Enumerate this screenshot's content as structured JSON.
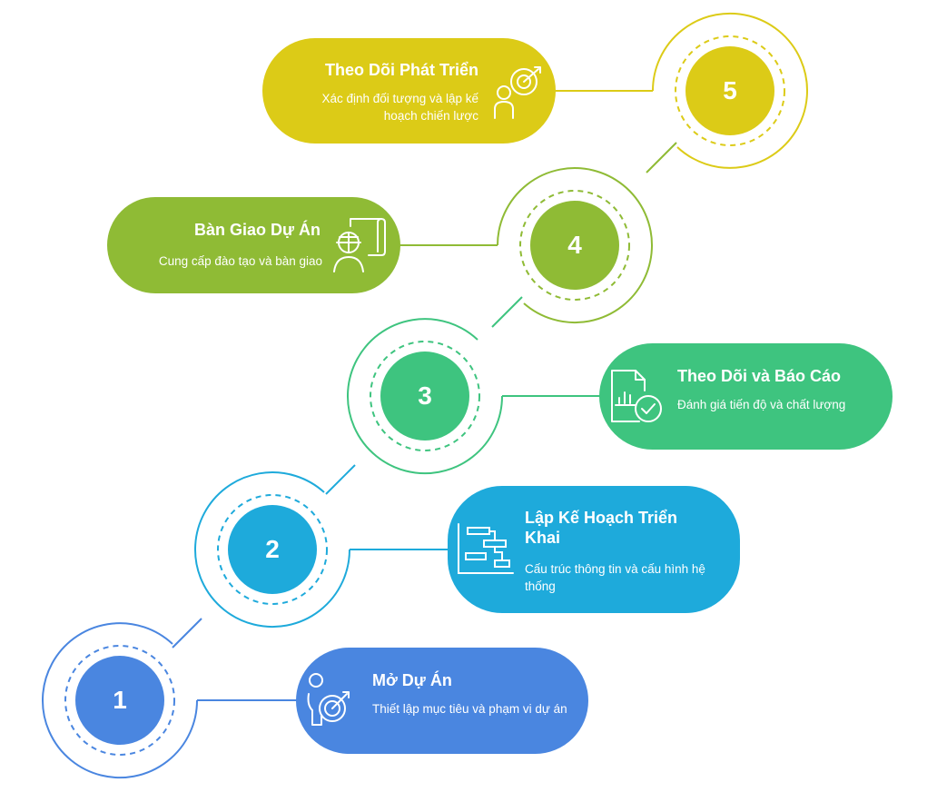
{
  "steps": [
    {
      "number": "1",
      "title": "Mở Dự Án",
      "description": "Thiết lập mục tiêu và phạm vi dự án",
      "icon": "person-target-icon",
      "color": "#4a86e0"
    },
    {
      "number": "2",
      "title": "Lập Kế Hoạch Triển Khai",
      "description": "Cấu trúc thông tin và cấu hình hệ thống",
      "icon": "gantt-chart-icon",
      "color": "#1eaadb"
    },
    {
      "number": "3",
      "title": "Theo Dõi và Báo Cáo",
      "description": "Đánh giá tiến độ và chất lượng",
      "icon": "report-check-icon",
      "color": "#3ec47f"
    },
    {
      "number": "4",
      "title": "Bàn Giao Dự Án",
      "description": "Cung cấp đào tạo và bàn giao",
      "icon": "engineer-blueprint-icon",
      "color": "#8fbb35"
    },
    {
      "number": "5",
      "title": "Theo Dõi Phát Triển",
      "description": "Xác định đối tượng và lập kế hoạch chiến lược",
      "icon": "person-target-goal-icon",
      "color": "#dccb17"
    }
  ]
}
